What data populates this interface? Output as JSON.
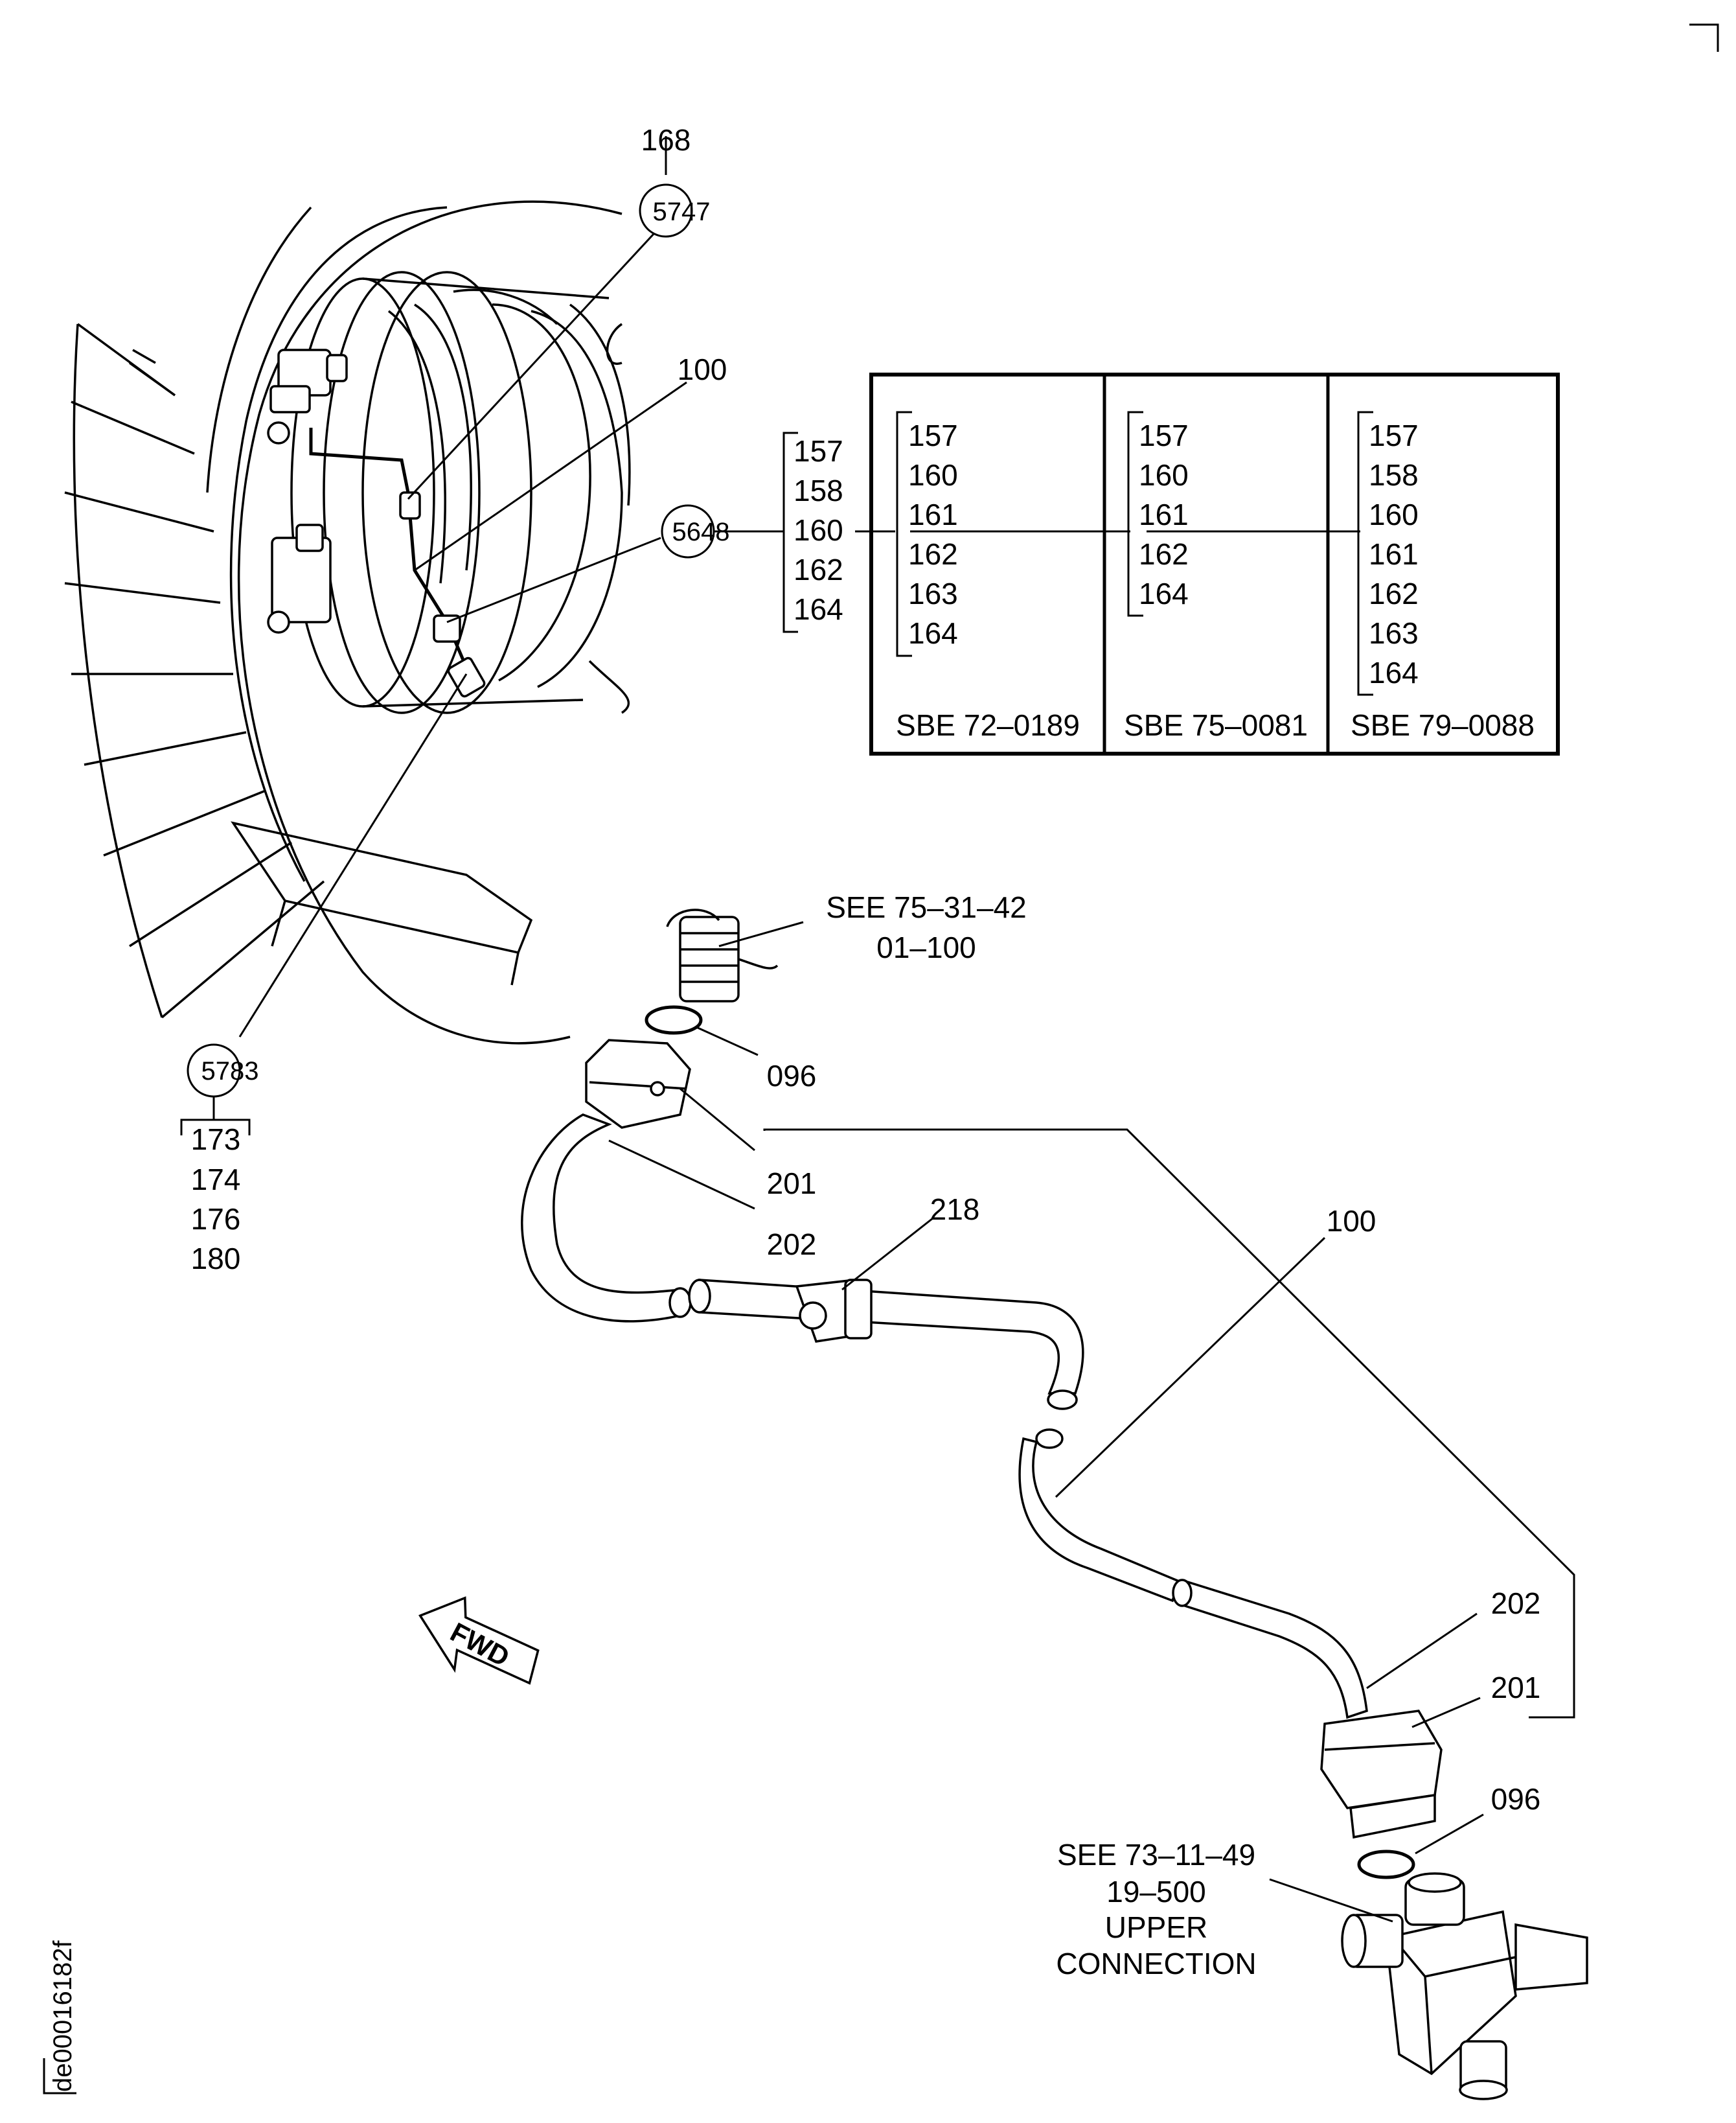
{
  "callouts": {
    "top_168": "168",
    "circle_5747": "5747",
    "top_100": "100",
    "circle_5648": "5648",
    "list_5648": [
      "157",
      "158",
      "160",
      "162",
      "164"
    ],
    "circle_5783": "5783",
    "list_5783": [
      "173",
      "174",
      "176",
      "180"
    ],
    "see_upper": [
      "SEE 75–31–42",
      "01–100"
    ],
    "p096_a": "096",
    "p201_a": "201",
    "p202_a": "202",
    "p218": "218",
    "p100_b": "100",
    "p202_b": "202",
    "p201_b": "201",
    "p096_b": "096",
    "see_lower": [
      "SEE 73–11–49",
      "19–500",
      "UPPER",
      "CONNECTION"
    ],
    "fwd": "FWD",
    "doc_id": "de00016182f"
  },
  "sbe_table": {
    "columns": [
      {
        "items": [
          "157",
          "160",
          "161",
          "162",
          "163",
          "164"
        ],
        "caption": "SBE 72–0189"
      },
      {
        "items": [
          "157",
          "160",
          "161",
          "162",
          "164"
        ],
        "caption": "SBE 75–0081"
      },
      {
        "items": [
          "157",
          "158",
          "160",
          "161",
          "162",
          "163",
          "164"
        ],
        "caption": "SBE 79–0088"
      }
    ]
  }
}
